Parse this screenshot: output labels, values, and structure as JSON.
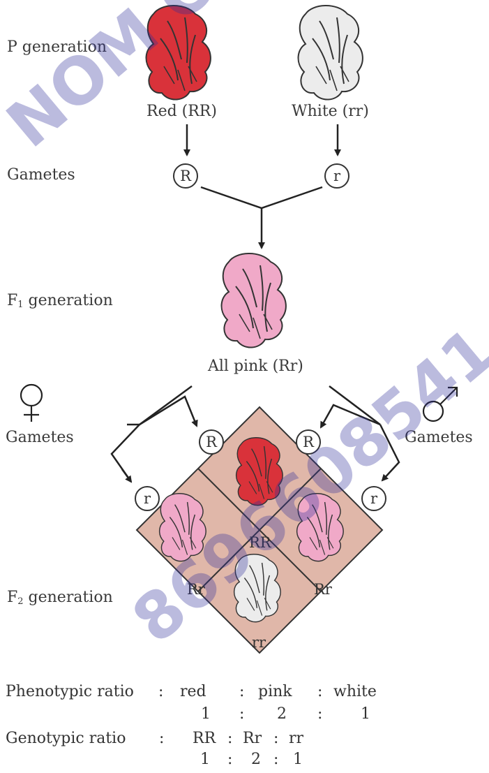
{
  "labels": {
    "p_generation": "P generation",
    "gametes": "Gametes",
    "f1_prefix": "F",
    "f1_sub": "1",
    "f1_suffix": " generation",
    "f2_prefix": "F",
    "f2_sub": "2",
    "f2_suffix": " generation",
    "gametes_female": "Gametes",
    "gametes_male": "Gametes"
  },
  "parents": {
    "red": "Red (RR)",
    "white": "White (rr)"
  },
  "gametes_p": {
    "red": "R",
    "white": "r"
  },
  "f1_caption": "All pink (Rr)",
  "f1_gametes": {
    "female_top": "R",
    "female_bottom": "r",
    "male_top": "R",
    "male_bottom": "r"
  },
  "f2_cells": {
    "top": "RR",
    "left": "Rr",
    "right": "Rr",
    "bottom": "rr"
  },
  "phenotypic": {
    "label": "Phenotypic ratio",
    "sep": ":",
    "names": [
      "red",
      "pink",
      "white"
    ],
    "values": [
      "1",
      "2",
      "1"
    ]
  },
  "genotypic": {
    "label": "Genotypic ratio",
    "sep": ":",
    "names": [
      "RR",
      "Rr",
      "rr"
    ],
    "values": [
      "1",
      "2",
      "1"
    ]
  },
  "watermark": {
    "line1": "NOM CLASSES",
    "line2": "8696608541"
  },
  "colors": {
    "red_flower": "#d9323a",
    "pink_flower": "#f0a9c8",
    "white_flower": "#ececec",
    "punnett_fill": "#e0b7a9",
    "watermark": "#2e2e9a"
  }
}
